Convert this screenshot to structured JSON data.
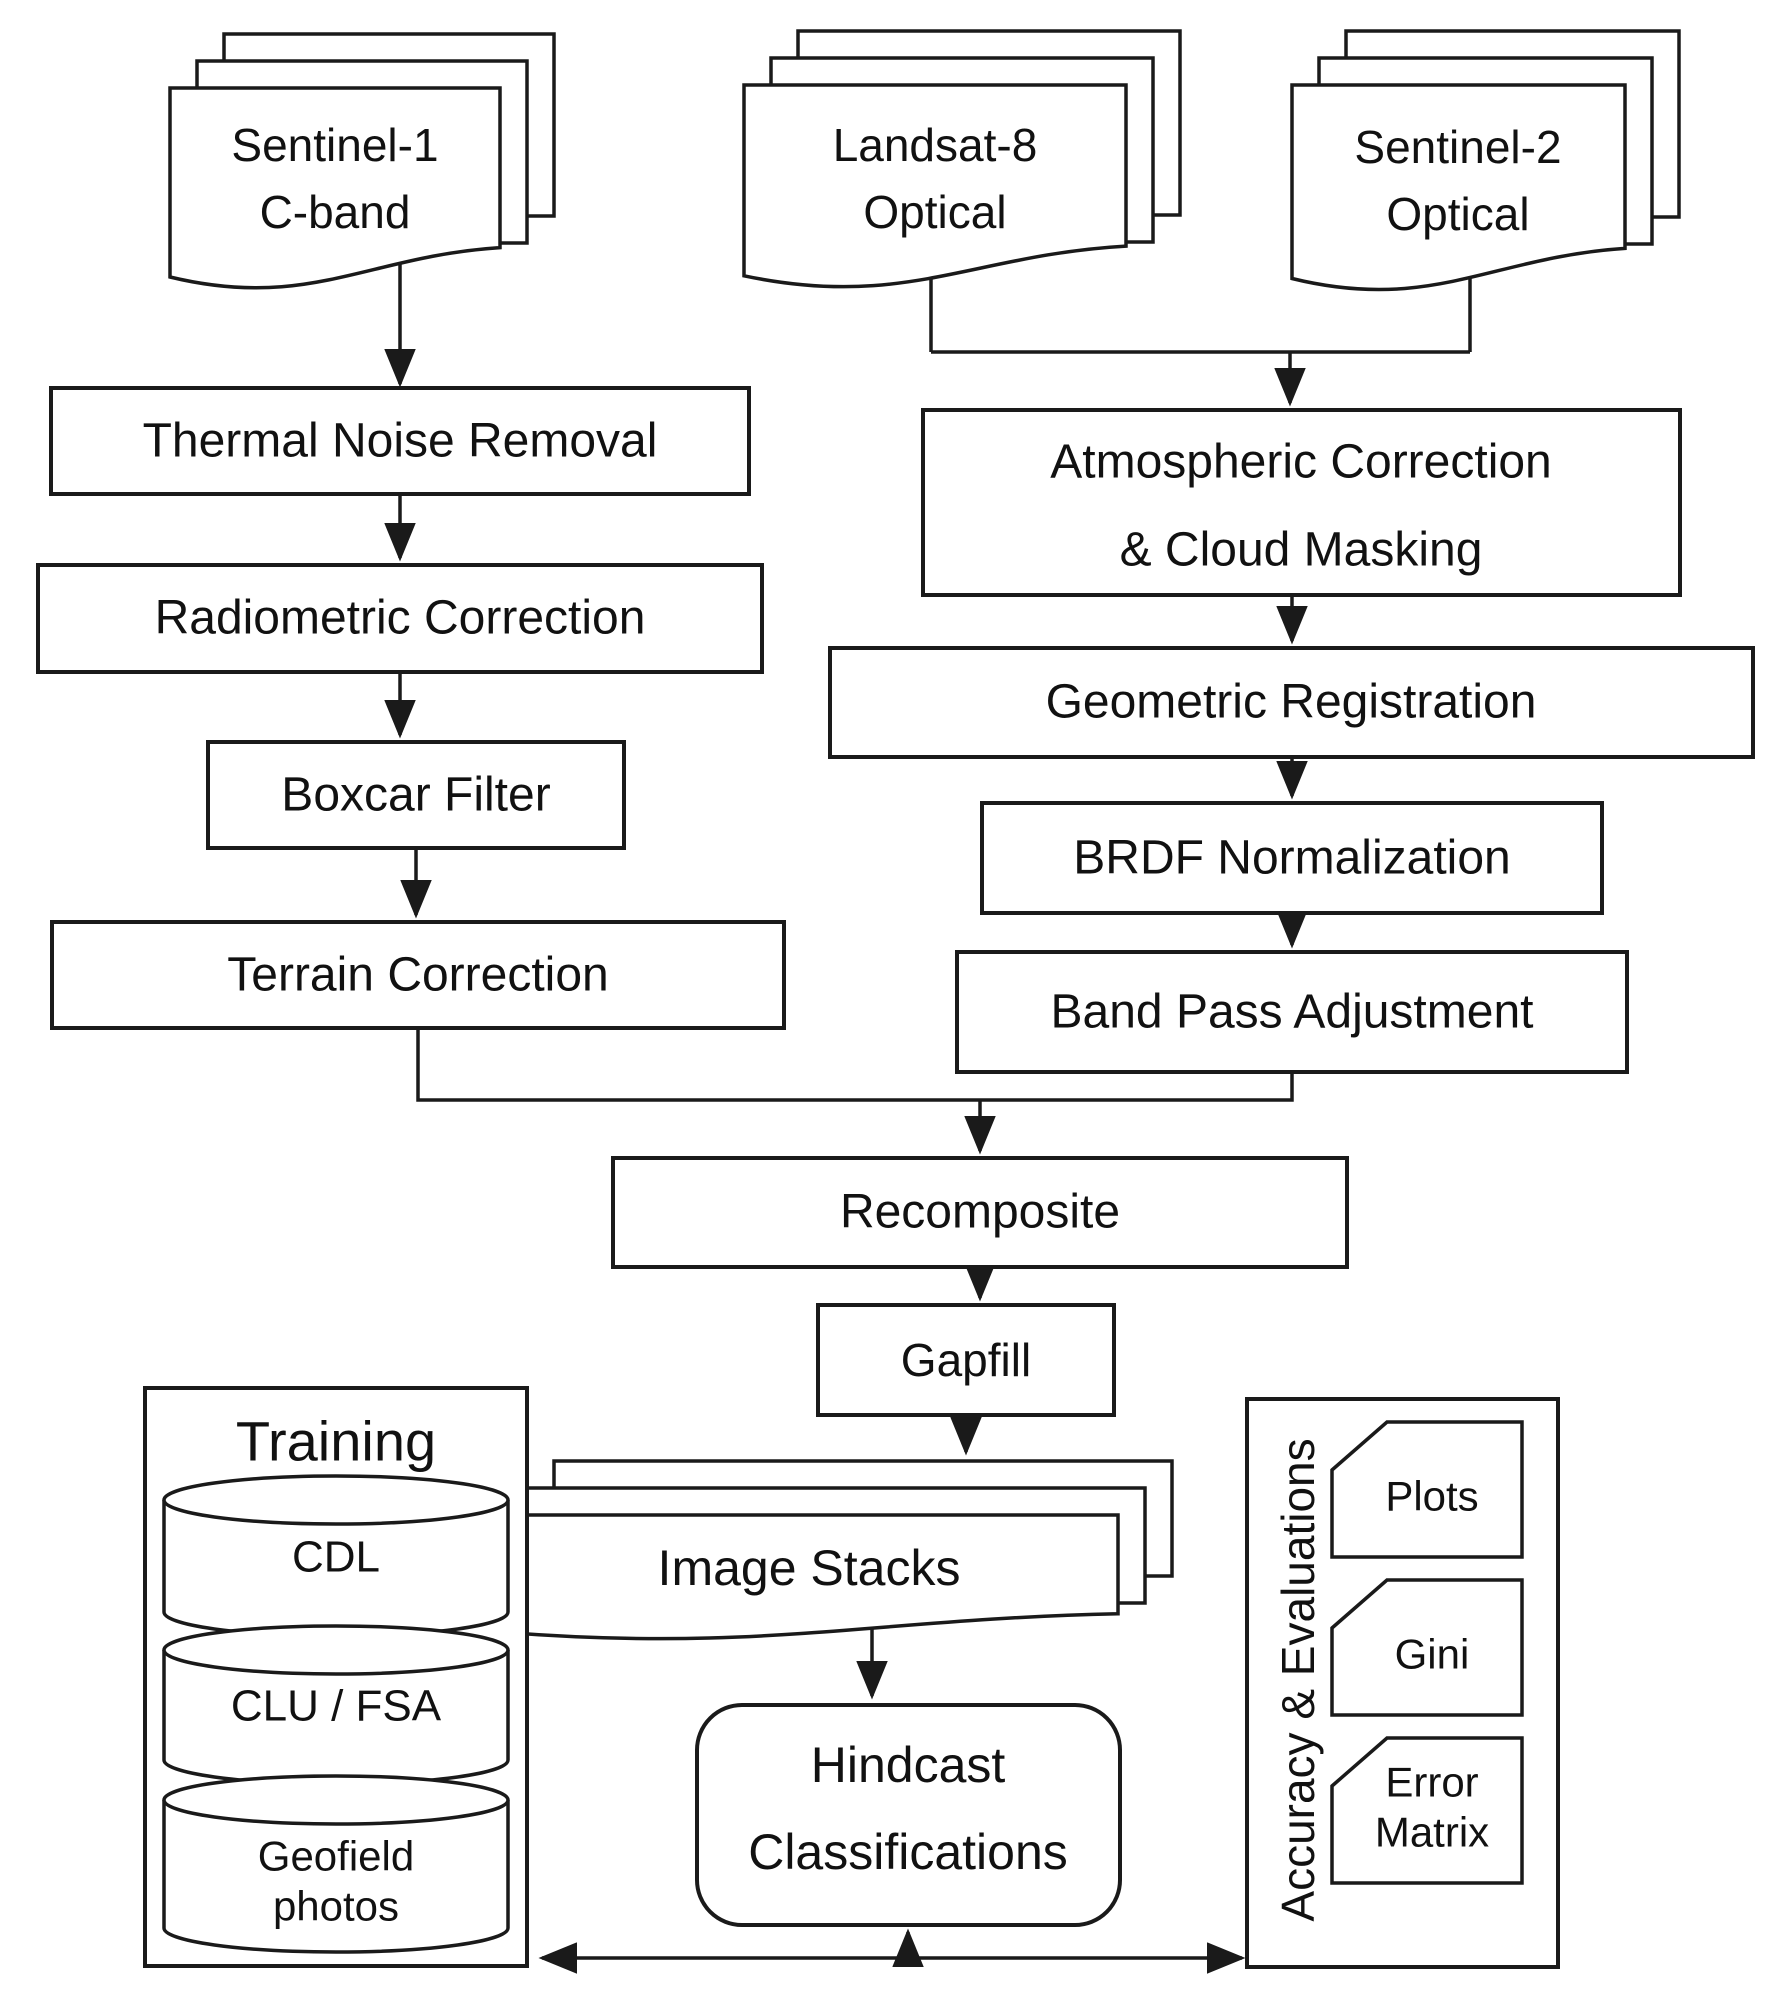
{
  "diagram": {
    "background_color": "#ffffff",
    "line_color": "#1a1a1a",
    "sources": {
      "sentinel1": {
        "line1": "Sentinel-1",
        "line2": "C-band"
      },
      "landsat8": {
        "line1": "Landsat-8",
        "line2": "Optical"
      },
      "sentinel2": {
        "line1": "Sentinel-2",
        "line2": "Optical"
      }
    },
    "sar_chain": {
      "thermal": "Thermal Noise Removal",
      "radiometric": "Radiometric Correction",
      "boxcar": "Boxcar Filter",
      "terrain": "Terrain Correction"
    },
    "optical_chain": {
      "atmospheric_line1": "Atmospheric Correction",
      "atmospheric_line2": "& Cloud Masking",
      "geometric": "Geometric Registration",
      "brdf": "BRDF Normalization",
      "bandpass": "Band Pass Adjustment"
    },
    "merge_chain": {
      "recomposite": "Recomposite",
      "gapfill": "Gapfill",
      "image_stacks": "Image Stacks",
      "hindcast_line1": "Hindcast",
      "hindcast_line2": "Classifications"
    },
    "training": {
      "title": "Training",
      "cdl": "CDL",
      "clu_fsa": "CLU / FSA",
      "geofield_line1": "Geofield",
      "geofield_line2": "photos"
    },
    "evaluation": {
      "title": "Accuracy & Evaluations",
      "plots": "Plots",
      "gini": "Gini",
      "error_matrix_line1": "Error",
      "error_matrix_line2": "Matrix"
    }
  }
}
